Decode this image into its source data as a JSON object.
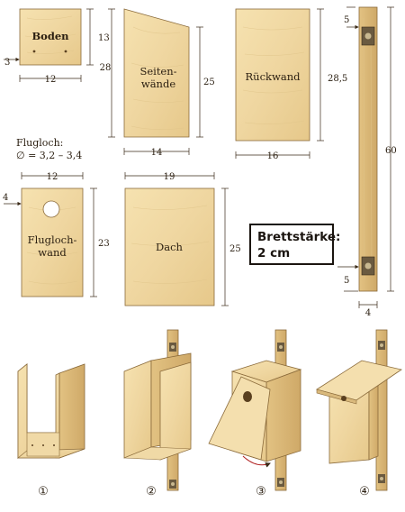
{
  "pieces": {
    "boden": {
      "label": "Boden",
      "width": "12",
      "height": "13",
      "offset": "3"
    },
    "seitenwaende": {
      "label_line1": "Seiten-",
      "label_line2": "wände",
      "width": "14",
      "height_left": "28",
      "height_right": "25"
    },
    "rueckwand": {
      "label": "Rückwand",
      "width": "16",
      "height": "28,5"
    },
    "latte": {
      "top_offset": "5",
      "length": "60",
      "bottom_offset": "5",
      "width": "4"
    },
    "flugloch": {
      "title": "Flugloch:",
      "diameter": "∅ = 3,2 – 3,4"
    },
    "fluglochwand": {
      "label_line1": "Flugloch-",
      "label_line2": "wand",
      "width": "12",
      "height": "23",
      "offset": "4"
    },
    "dach": {
      "label": "Dach",
      "width": "19",
      "height": "25"
    }
  },
  "board_box": {
    "line1": "Brettstärke:",
    "line2": "2 cm"
  },
  "steps": [
    "①",
    "②",
    "③",
    "④"
  ]
}
